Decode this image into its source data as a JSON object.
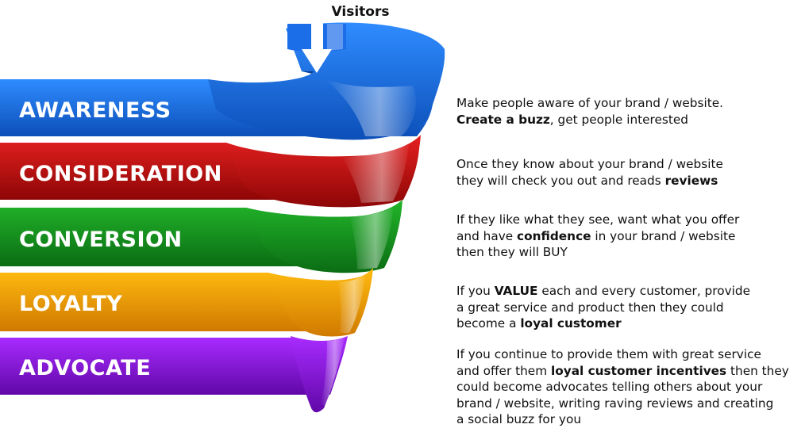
{
  "visitors_label": "Visitors",
  "stages": [
    {
      "label": "AWARENESS",
      "color": "#1e6fe0",
      "description": [
        [
          {
            "t": "Make people aware of your brand / website."
          }
        ],
        [
          {
            "t": "Create a buzz",
            "b": true
          },
          {
            "t": ", get people interested"
          }
        ]
      ]
    },
    {
      "label": "CONSIDERATION",
      "color": "#d11313",
      "description": [
        [
          {
            "t": "Once they know about your brand / website"
          }
        ],
        [
          {
            "t": "they will check you out and reads "
          },
          {
            "t": "reviews",
            "b": true
          }
        ]
      ]
    },
    {
      "label": "CONVERSION",
      "color": "#14a21f",
      "description": [
        [
          {
            "t": "If they like what they see, want what you offer"
          }
        ],
        [
          {
            "t": "and have "
          },
          {
            "t": "confidence",
            "b": true
          },
          {
            "t": " in your brand / website"
          }
        ],
        [
          {
            "t": "then they will BUY"
          }
        ]
      ]
    },
    {
      "label": "LOYALTY",
      "color": "#f2a100",
      "description": [
        [
          {
            "t": "If you "
          },
          {
            "t": "VALUE",
            "b": true
          },
          {
            "t": " each and every customer, provide"
          }
        ],
        [
          {
            "t": "a great service and product then they could"
          }
        ],
        [
          {
            "t": "become a "
          },
          {
            "t": "loyal customer",
            "b": true
          }
        ]
      ]
    },
    {
      "label": "ADVOCATE",
      "color": "#8a13de",
      "description": [
        [
          {
            "t": "If you continue to provide them with great service"
          }
        ],
        [
          {
            "t": "and offer them "
          },
          {
            "t": "loyal customer incentives",
            "b": true
          },
          {
            "t": " then they"
          }
        ],
        [
          {
            "t": "could become advocates telling others about your"
          }
        ],
        [
          {
            "t": "brand / website, writing raving reviews and creating"
          }
        ],
        [
          {
            "t": "a social buzz for you"
          }
        ]
      ]
    }
  ]
}
